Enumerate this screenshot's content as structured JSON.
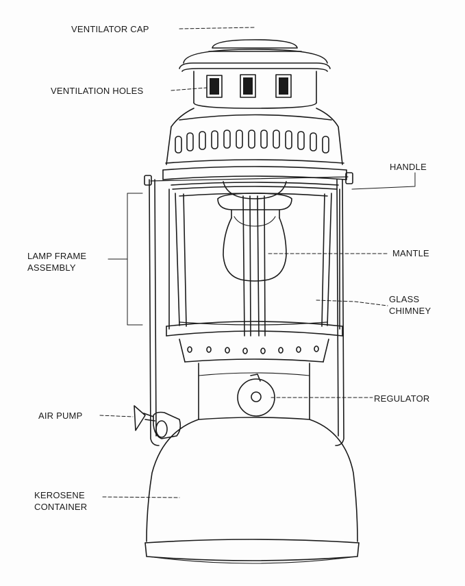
{
  "labels": {
    "ventilator_cap": "VENTILATOR CAP",
    "ventilation_holes": "VENTILATION HOLES",
    "handle": "HANDLE",
    "lamp_frame_line1": "LAMP FRAME",
    "lamp_frame_line2": "ASSEMBLY",
    "mantle": "MANTLE",
    "glass_chimney_line1": "GLASS",
    "glass_chimney_line2": "CHIMNEY",
    "regulator": "REGULATOR",
    "air_pump": "AIR PUMP",
    "kerosene_line1": "KEROSENE",
    "kerosene_line2": "CONTAINER"
  },
  "colors": {
    "ink": "#1a1a1a",
    "paper": "#fdfdfd"
  }
}
